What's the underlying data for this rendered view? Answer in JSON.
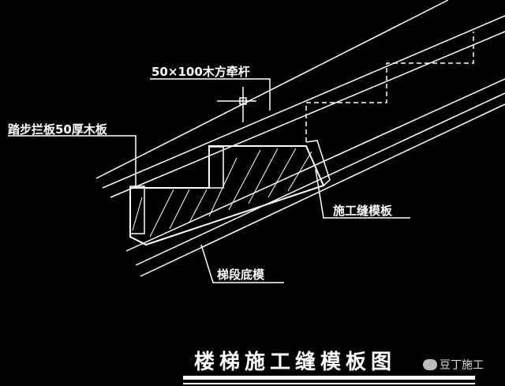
{
  "labels": {
    "timber_tie": "50×100木方牵杆",
    "step_board": "踏步拦板50厚木板",
    "joint_formwork": "施工缝模板",
    "flight_bottom_form": "梯段底模"
  },
  "title": "楼梯施工缝模板图",
  "watermark": "豆丁施工",
  "colors": {
    "background": "#000000",
    "lines": "#ffffff"
  }
}
